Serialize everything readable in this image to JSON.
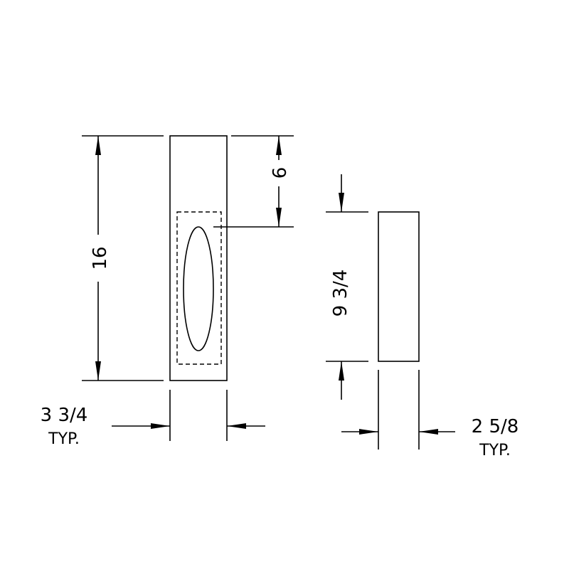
{
  "left_view": {
    "height_label": "16",
    "top_offset_label": "6",
    "width_label": "3 3/4",
    "width_note": "TYP."
  },
  "right_view": {
    "height_label": "9 3/4",
    "width_label": "2 5/8",
    "width_note": "TYP."
  }
}
